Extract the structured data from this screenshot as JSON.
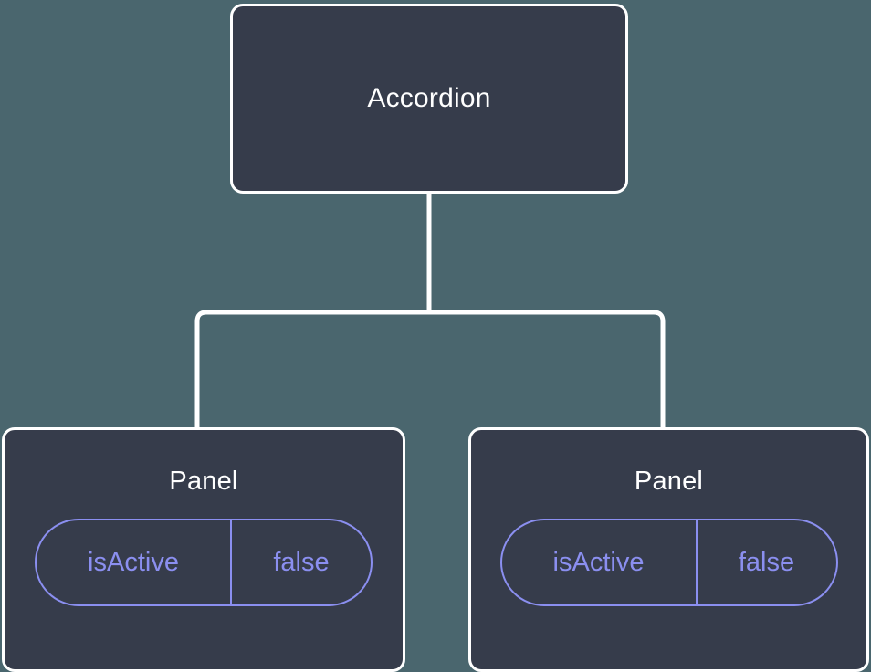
{
  "diagram": {
    "type": "component-tree",
    "background_color": "#4a666e",
    "node_fill_color": "#363c4b",
    "node_border_color": "#ffffff",
    "edge_color": "#ffffff",
    "accent_color": "#8b8ff0",
    "root": {
      "label": "Accordion"
    },
    "children": [
      {
        "label": "Panel",
        "property": {
          "key": "isActive",
          "value": "false"
        }
      },
      {
        "label": "Panel",
        "property": {
          "key": "isActive",
          "value": "false"
        }
      }
    ]
  }
}
